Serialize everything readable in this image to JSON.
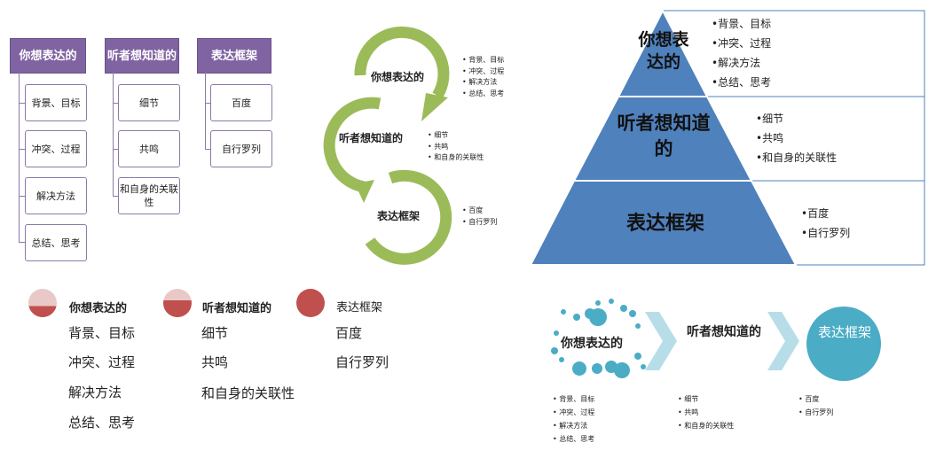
{
  "tree": {
    "groups": [
      {
        "title": "你想表达的",
        "items": [
          "背景、目标",
          "冲突、过程",
          "解决方法",
          "总结、思考"
        ]
      },
      {
        "title": "听者想知道的",
        "items": [
          "细节",
          "共鸣",
          "和自身的关联性"
        ]
      },
      {
        "title": "表达框架",
        "items": [
          "百度",
          "自行罗列"
        ]
      }
    ]
  },
  "cycle": {
    "nodes": [
      {
        "title": "你想表达的",
        "items": [
          "背景、目标",
          "冲突、过程",
          "解决方法",
          "总结、思考"
        ]
      },
      {
        "title": "听者想知道的",
        "items": [
          "细节",
          "共鸣",
          "和自身的关联性"
        ]
      },
      {
        "title": "表达框架",
        "items": [
          "百度",
          "自行罗列"
        ]
      }
    ]
  },
  "pyramid": {
    "levels": [
      {
        "title": "你想表达的",
        "items": [
          "背景、目标",
          "冲突、过程",
          "解决方法",
          "总结、思考"
        ]
      },
      {
        "title": "听者想知道的",
        "items": [
          "细节",
          "共鸣",
          "和自身的关联性"
        ]
      },
      {
        "title": "表达框架",
        "items": [
          "百度",
          "自行罗列"
        ]
      }
    ],
    "color": "#4f81bd"
  },
  "circles": {
    "columns": [
      {
        "title": "你想表达的",
        "fill": 0.35,
        "items": [
          "背景、目标",
          "冲突、过程",
          "解决方法",
          "总结、思考"
        ]
      },
      {
        "title": "听者想知道的",
        "fill": 0.65,
        "items": [
          "细节",
          "共鸣",
          "和自身的关联性"
        ]
      },
      {
        "title": "表达框架",
        "fill": 1.0,
        "items": [
          "百度",
          "自行罗列"
        ]
      }
    ]
  },
  "process": {
    "steps": [
      {
        "title": "你想表达的",
        "items": [
          "背景、目标",
          "冲突、过程",
          "解决方法",
          "总结、思考"
        ]
      },
      {
        "title": "听者想知道的",
        "items": [
          "细节",
          "共鸣",
          "和自身的关联性"
        ]
      },
      {
        "title": "表达框架",
        "items": [
          "百度",
          "自行罗列"
        ]
      }
    ]
  }
}
